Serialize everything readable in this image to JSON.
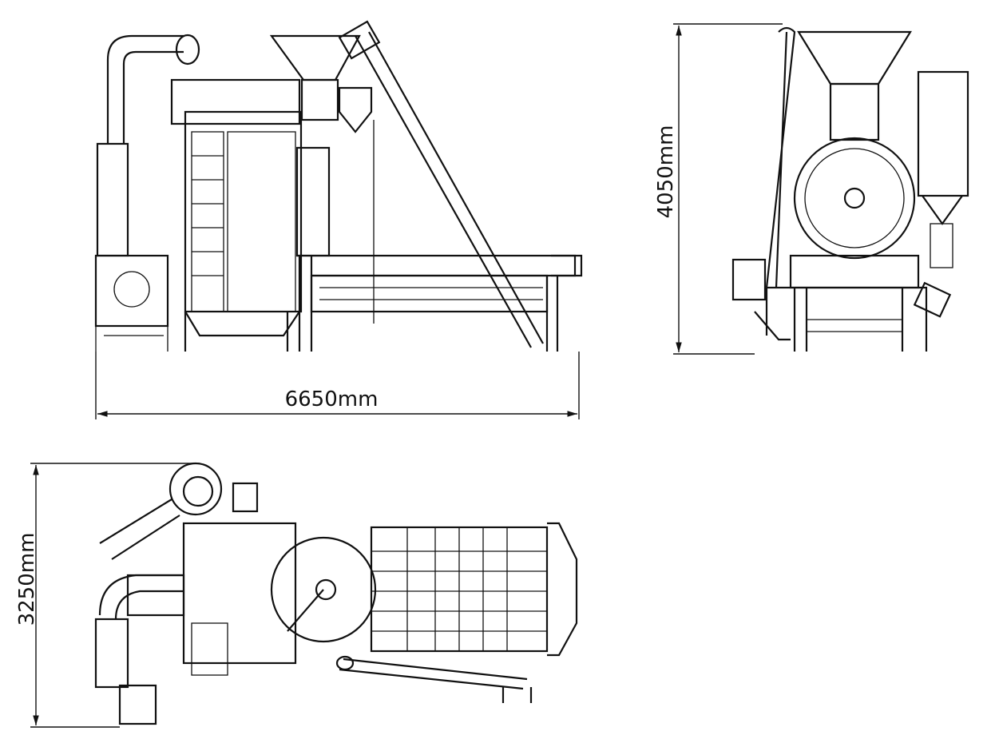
{
  "drawing": {
    "front_view": {
      "width_label": "6650mm"
    },
    "side_view": {
      "height_label": "4050mm"
    },
    "top_view": {
      "depth_label": "3250mm"
    }
  }
}
